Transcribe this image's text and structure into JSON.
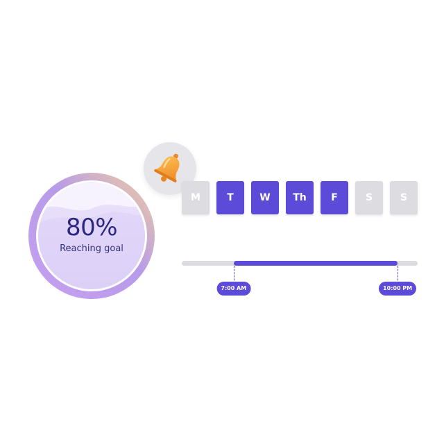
{
  "goal": {
    "value_text": "80%",
    "progress": 0.8,
    "label": "Reaching goal"
  },
  "days": [
    {
      "label": "M",
      "active": false
    },
    {
      "label": "T",
      "active": true
    },
    {
      "label": "W",
      "active": true
    },
    {
      "label": "Th",
      "active": true
    },
    {
      "label": "F",
      "active": true
    },
    {
      "label": "S",
      "active": false
    },
    {
      "label": "S",
      "active": false
    }
  ],
  "time_range": {
    "start_label": "7:00 AM",
    "end_label": "10:00 PM",
    "start_fraction": 0.22,
    "end_fraction": 0.915
  },
  "colors": {
    "accent": "#5b4bd8",
    "inactive": "#dcdce1",
    "ring_text": "#2b2780"
  },
  "icons": {
    "notification": "bell-icon"
  }
}
